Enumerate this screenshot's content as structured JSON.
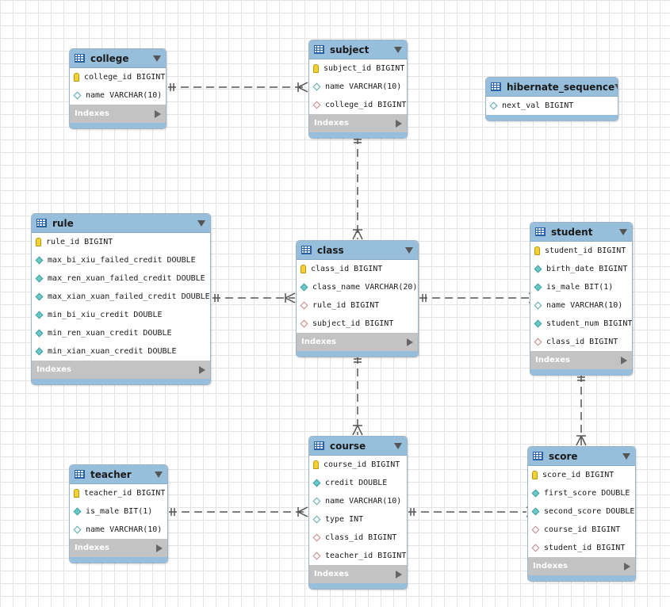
{
  "tables": {
    "college": {
      "name": "college",
      "indexes": "Indexes",
      "columns": [
        {
          "text": "college_id BIGINT",
          "icon": "primary-key-icon"
        },
        {
          "text": "name VARCHAR(10)",
          "icon": "column-icon"
        }
      ]
    },
    "subject": {
      "name": "subject",
      "indexes": "Indexes",
      "columns": [
        {
          "text": "subject_id BIGINT",
          "icon": "primary-key-icon"
        },
        {
          "text": "name VARCHAR(10)",
          "icon": "column-icon"
        },
        {
          "text": "college_id BIGINT",
          "icon": "foreign-key-icon"
        }
      ]
    },
    "hibernate_sequence": {
      "name": "hibernate_sequence",
      "columns": [
        {
          "text": "next_val BIGINT",
          "icon": "column-icon"
        }
      ]
    },
    "rule": {
      "name": "rule",
      "indexes": "Indexes",
      "columns": [
        {
          "text": "rule_id BIGINT",
          "icon": "primary-key-icon"
        },
        {
          "text": "max_bi_xiu_failed_credit DOUBLE",
          "icon": "not-null-column-icon"
        },
        {
          "text": "max_ren_xuan_failed_credit DOUBLE",
          "icon": "not-null-column-icon"
        },
        {
          "text": "max_xian_xuan_failed_credit DOUBLE",
          "icon": "not-null-column-icon"
        },
        {
          "text": "min_bi_xiu_credit DOUBLE",
          "icon": "not-null-column-icon"
        },
        {
          "text": "min_ren_xuan_credit DOUBLE",
          "icon": "not-null-column-icon"
        },
        {
          "text": "min_xian_xuan_credit DOUBLE",
          "icon": "not-null-column-icon"
        }
      ]
    },
    "class": {
      "name": "class",
      "indexes": "Indexes",
      "columns": [
        {
          "text": "class_id BIGINT",
          "icon": "primary-key-icon"
        },
        {
          "text": "class_name VARCHAR(20)",
          "icon": "not-null-column-icon"
        },
        {
          "text": "rule_id BIGINT",
          "icon": "foreign-key-icon"
        },
        {
          "text": "subject_id BIGINT",
          "icon": "foreign-key-icon"
        }
      ]
    },
    "student": {
      "name": "student",
      "indexes": "Indexes",
      "columns": [
        {
          "text": "student_id BIGINT",
          "icon": "primary-key-icon"
        },
        {
          "text": "birth_date BIGINT",
          "icon": "not-null-column-icon"
        },
        {
          "text": "is_male BIT(1)",
          "icon": "not-null-column-icon"
        },
        {
          "text": "name VARCHAR(10)",
          "icon": "column-icon"
        },
        {
          "text": "student_num BIGINT",
          "icon": "not-null-column-icon"
        },
        {
          "text": "class_id BIGINT",
          "icon": "foreign-key-icon"
        }
      ]
    },
    "teacher": {
      "name": "teacher",
      "indexes": "Indexes",
      "columns": [
        {
          "text": "teacher_id BIGINT",
          "icon": "primary-key-icon"
        },
        {
          "text": "is_male BIT(1)",
          "icon": "not-null-column-icon"
        },
        {
          "text": "name VARCHAR(10)",
          "icon": "column-icon"
        }
      ]
    },
    "course": {
      "name": "course",
      "indexes": "Indexes",
      "columns": [
        {
          "text": "course_id BIGINT",
          "icon": "primary-key-icon"
        },
        {
          "text": "credit DOUBLE",
          "icon": "not-null-column-icon"
        },
        {
          "text": "name VARCHAR(10)",
          "icon": "column-icon"
        },
        {
          "text": "type INT",
          "icon": "column-icon"
        },
        {
          "text": "class_id BIGINT",
          "icon": "foreign-key-icon"
        },
        {
          "text": "teacher_id BIGINT",
          "icon": "foreign-key-icon"
        }
      ]
    },
    "score": {
      "name": "score",
      "indexes": "Indexes",
      "columns": [
        {
          "text": "score_id BIGINT",
          "icon": "primary-key-icon"
        },
        {
          "text": "first_score DOUBLE",
          "icon": "not-null-column-icon"
        },
        {
          "text": "second_score DOUBLE",
          "icon": "not-null-column-icon"
        },
        {
          "text": "course_id BIGINT",
          "icon": "foreign-key-icon"
        },
        {
          "text": "student_id BIGINT",
          "icon": "foreign-key-icon"
        }
      ]
    }
  },
  "relationships": [
    {
      "from": "college",
      "to": "subject",
      "from_card": "one",
      "to_card": "many"
    },
    {
      "from": "subject",
      "to": "class",
      "from_card": "one",
      "to_card": "many"
    },
    {
      "from": "rule",
      "to": "class",
      "from_card": "one",
      "to_card": "many"
    },
    {
      "from": "student",
      "to": "class",
      "from_card": "many",
      "to_card": "one"
    },
    {
      "from": "class",
      "to": "course",
      "from_card": "one",
      "to_card": "many"
    },
    {
      "from": "teacher",
      "to": "course",
      "from_card": "one",
      "to_card": "many"
    },
    {
      "from": "course",
      "to": "score",
      "from_card": "one",
      "to_card": "many"
    },
    {
      "from": "student",
      "to": "score",
      "from_card": "one",
      "to_card": "many"
    }
  ],
  "colors": {
    "header": "#97bedb",
    "indexes_bar": "#c3c3c3",
    "line": "#555555"
  }
}
